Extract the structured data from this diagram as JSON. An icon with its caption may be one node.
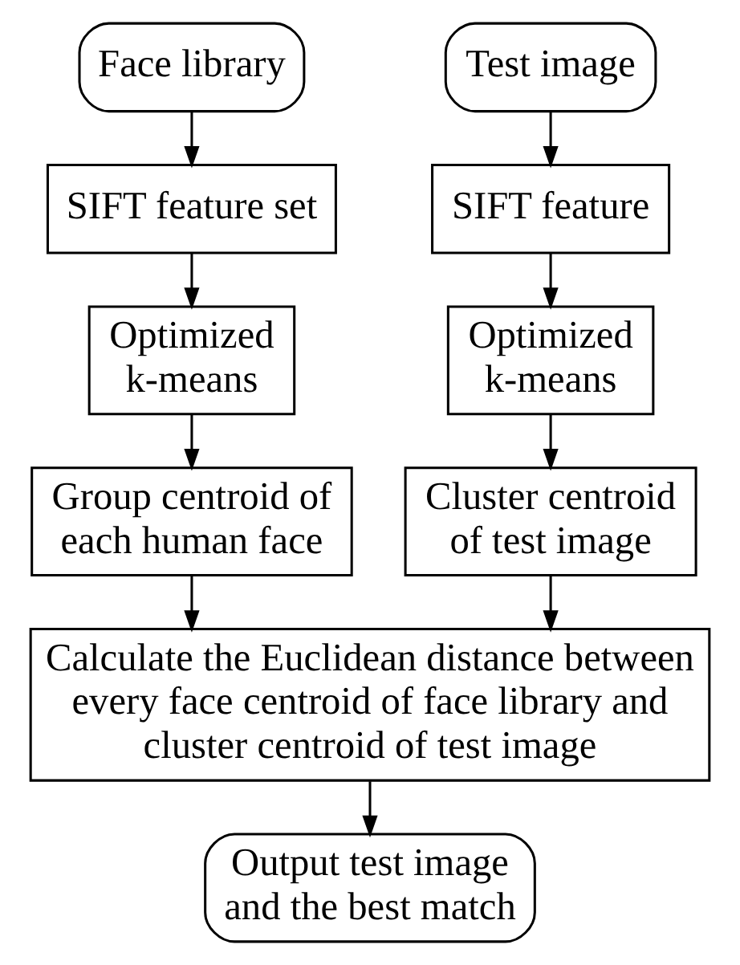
{
  "diagram": {
    "nodes": [
      {
        "text": [
          "Face library"
        ]
      },
      {
        "text": [
          "Test image"
        ]
      },
      {
        "text": [
          "SIFT feature set"
        ]
      },
      {
        "text": [
          "SIFT feature"
        ]
      },
      {
        "text": [
          "Optimized k-means"
        ]
      },
      {
        "text": [
          "Optimized k-means"
        ]
      },
      {
        "text": [
          "Group centroid of each human face"
        ]
      },
      {
        "text": [
          "Cluster centroid of test image"
        ]
      },
      {
        "text": [
          "Calculate the Euclidean distance between every face centroid of face library and cluster centroid of test image"
        ]
      },
      {
        "text": [
          "Output test image and the best match"
        ]
      }
    ],
    "edges": [
      {
        "from": 0,
        "to": 2,
        "arrow": "to"
      },
      {
        "from": 2,
        "to": 4,
        "arrow": "to"
      },
      {
        "from": 4,
        "to": 6,
        "arrow": "to"
      },
      {
        "from": 1,
        "to": 3,
        "arrow": "to"
      },
      {
        "from": 3,
        "to": 5,
        "arrow": "to"
      },
      {
        "from": 5,
        "to": 7,
        "arrow": "to"
      },
      {
        "from": 6,
        "to": 8,
        "arrow": "to"
      },
      {
        "from": 7,
        "to": 8,
        "arrow": "to"
      },
      {
        "from": 8,
        "to": 9,
        "arrow": "to"
      }
    ]
  }
}
